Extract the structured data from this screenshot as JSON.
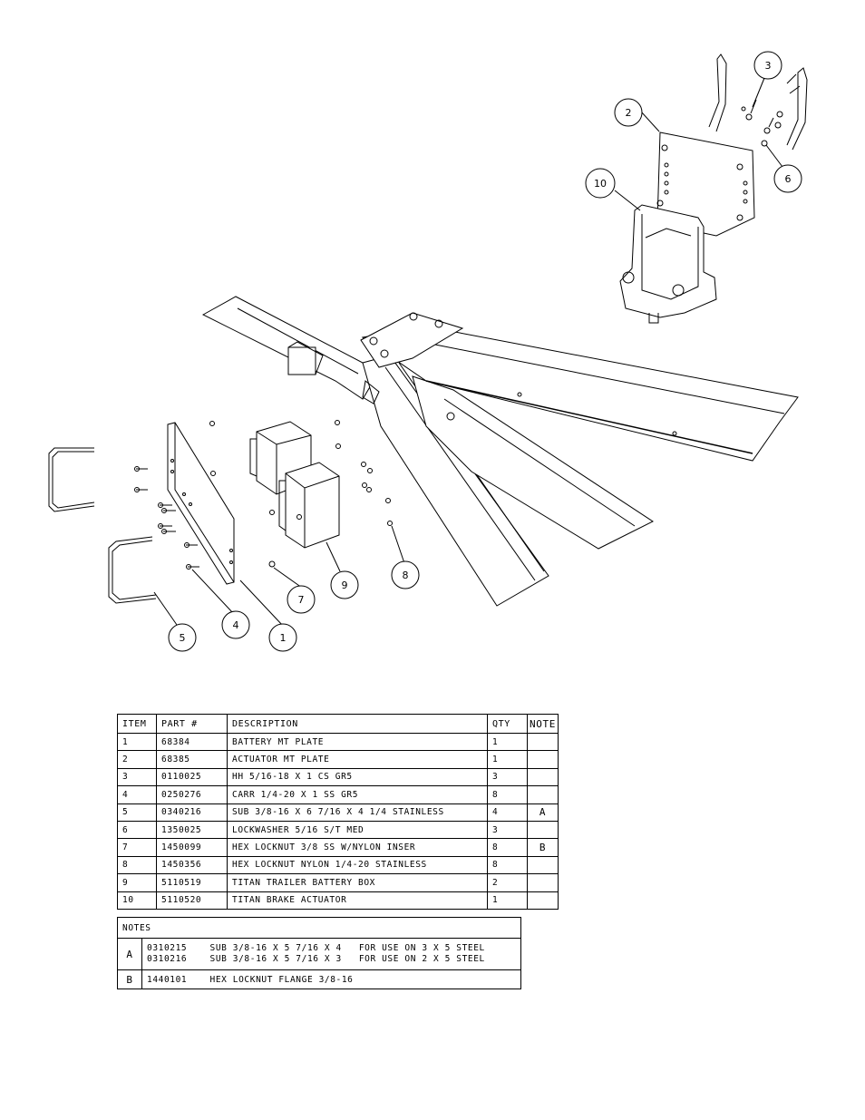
{
  "callouts": {
    "c1": "1",
    "c2": "2",
    "c3": "3",
    "c4": "4",
    "c5": "5",
    "c6": "6",
    "c7": "7",
    "c8": "8",
    "c9": "9",
    "c10": "10"
  },
  "parts_table": {
    "headers": {
      "item": "ITEM",
      "part": "PART #",
      "description": "DESCRIPTION",
      "qty": "QTY",
      "note": "NOTE"
    },
    "rows": [
      {
        "item": "1",
        "part": "68384",
        "description": "BATTERY MT PLATE",
        "qty": "1",
        "note": ""
      },
      {
        "item": "2",
        "part": "68385",
        "description": "ACTUATOR MT PLATE",
        "qty": "1",
        "note": ""
      },
      {
        "item": "3",
        "part": "0110025",
        "description": "HH 5/16-18 X 1 CS GR5",
        "qty": "3",
        "note": ""
      },
      {
        "item": "4",
        "part": "0250276",
        "description": "CARR 1/4-20 X 1 SS GR5",
        "qty": "8",
        "note": ""
      },
      {
        "item": "5",
        "part": "0340216",
        "description": "SUB 3/8-16 X 6 7/16 X 4 1/4 STAINLESS",
        "qty": "4",
        "note": "A"
      },
      {
        "item": "6",
        "part": "1350025",
        "description": "LOCKWASHER 5/16 S/T MED",
        "qty": "3",
        "note": ""
      },
      {
        "item": "7",
        "part": "1450099",
        "description": "HEX LOCKNUT 3/8 SS W/NYLON INSER",
        "qty": "8",
        "note": "B"
      },
      {
        "item": "8",
        "part": "1450356",
        "description": "HEX LOCKNUT NYLON 1/4-20 STAINLESS",
        "qty": "8",
        "note": ""
      },
      {
        "item": "9",
        "part": "5110519",
        "description": "TITAN TRAILER BATTERY BOX",
        "qty": "2",
        "note": ""
      },
      {
        "item": "10",
        "part": "5110520",
        "description": "TITAN BRAKE ACTUATOR",
        "qty": "1",
        "note": ""
      }
    ]
  },
  "notes_table": {
    "title": "NOTES",
    "rows": [
      {
        "key": "A",
        "lines": [
          "0310215    SUB 3/8-16 X 5 7/16 X 4   FOR USE ON 3 X 5 STEEL",
          "0310216    SUB 3/8-16 X 5 7/16 X 3   FOR USE ON 2 X 5 STEEL"
        ]
      },
      {
        "key": "B",
        "lines": [
          "1440101    HEX LOCKNUT FLANGE 3/8-16"
        ]
      }
    ]
  }
}
